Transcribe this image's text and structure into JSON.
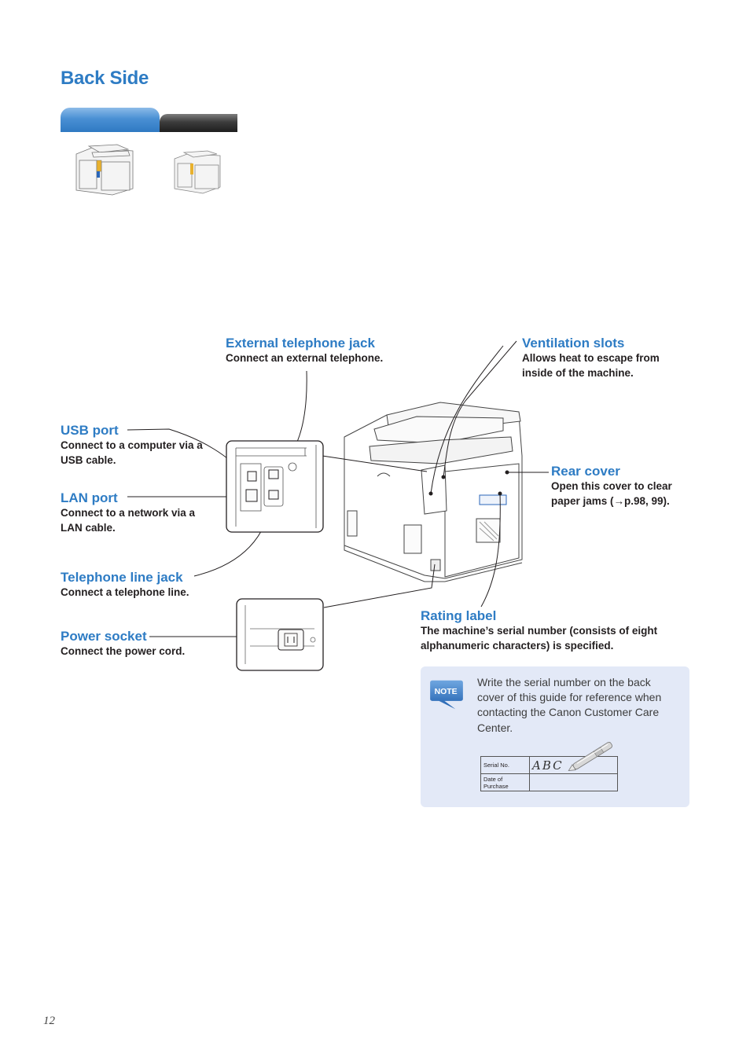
{
  "page": {
    "title": "Back Side",
    "page_number": "12"
  },
  "callouts": {
    "external_telephone_jack": {
      "label": "External telephone jack",
      "desc": "Connect an external telephone."
    },
    "ventilation_slots": {
      "label": "Ventilation slots",
      "desc": "Allows heat to escape from inside of the machine."
    },
    "usb_port": {
      "label": "USB port",
      "desc": "Connect to a computer via a USB cable."
    },
    "lan_port": {
      "label": "LAN port",
      "desc": "Connect to a network via a LAN cable."
    },
    "rear_cover": {
      "label": "Rear cover",
      "desc": "Open this cover to clear paper jams (→p.98, 99)."
    },
    "telephone_line_jack": {
      "label": "Telephone line jack",
      "desc": "Connect a telephone line."
    },
    "power_socket": {
      "label": "Power socket",
      "desc": "Connect the power cord."
    },
    "rating_label": {
      "label": "Rating label",
      "desc": "The machine’s serial number (consists of eight alphanumeric characters) is specified."
    }
  },
  "note": {
    "badge": "NOTE",
    "text": "Write the serial number on the back cover of this guide for reference when contacting the Canon Customer Care Center.",
    "table": {
      "serial_label": "Serial No.",
      "serial_value": "ABC",
      "purchase_label": "Date of Purchase",
      "purchase_value": ""
    }
  },
  "colors": {
    "heading_blue": "#2e7cc4",
    "note_bg": "#e3e9f7",
    "body_text": "#231f20"
  },
  "icons": [
    "printer-thumbnail-icon",
    "note-badge-icon",
    "pen-icon"
  ]
}
